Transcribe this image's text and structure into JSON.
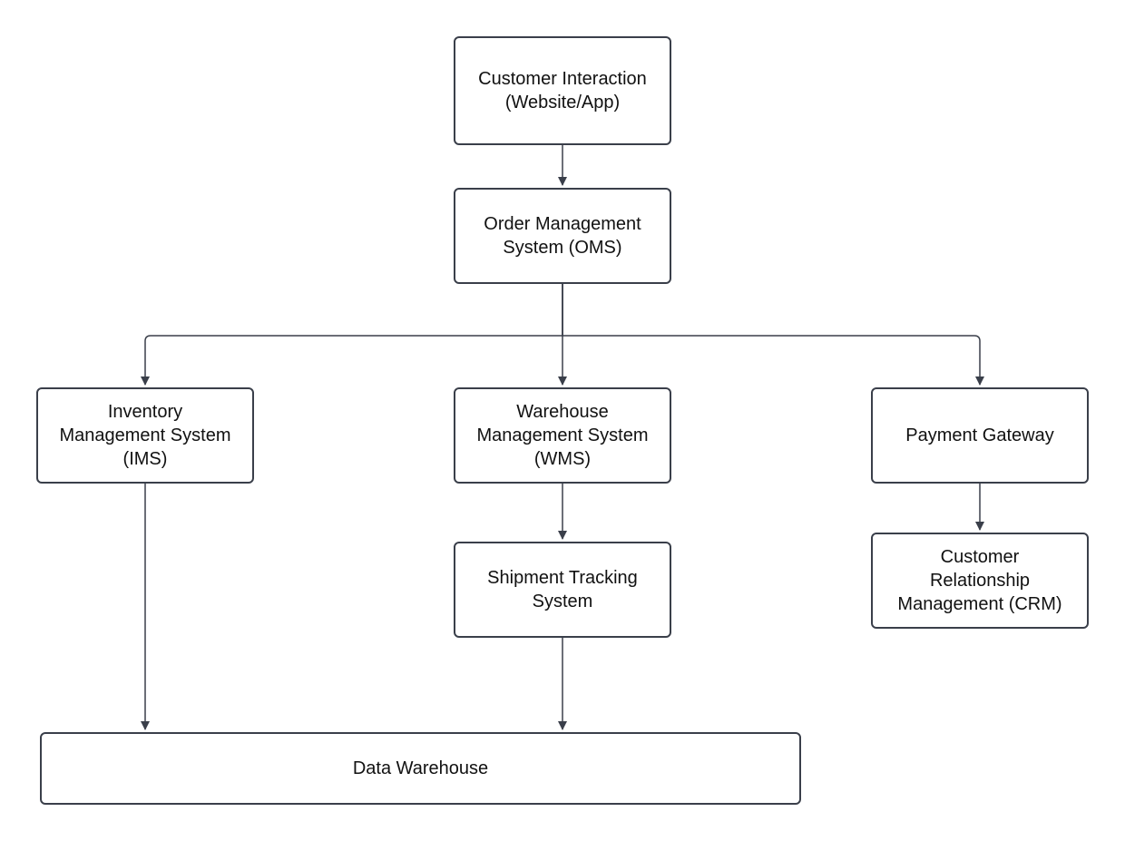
{
  "diagram": {
    "nodes": {
      "customer_interaction": "Customer Interaction\n(Website/App)",
      "oms": "Order Management\nSystem (OMS)",
      "ims": "Inventory\nManagement System\n(IMS)",
      "wms": "Warehouse\nManagement System\n(WMS)",
      "payment_gateway": "Payment Gateway",
      "shipment_tracking": "Shipment Tracking\nSystem",
      "crm": "Customer\nRelationship\nManagement (CRM)",
      "data_warehouse": "Data Warehouse"
    },
    "edges": [
      {
        "from": "customer_interaction",
        "to": "oms"
      },
      {
        "from": "oms",
        "to": "ims"
      },
      {
        "from": "oms",
        "to": "wms"
      },
      {
        "from": "oms",
        "to": "payment_gateway"
      },
      {
        "from": "wms",
        "to": "shipment_tracking"
      },
      {
        "from": "payment_gateway",
        "to": "crm"
      },
      {
        "from": "ims",
        "to": "data_warehouse"
      },
      {
        "from": "shipment_tracking",
        "to": "data_warehouse"
      }
    ],
    "colors": {
      "stroke": "#3a3f4a",
      "text": "#111111",
      "background": "#ffffff"
    }
  }
}
